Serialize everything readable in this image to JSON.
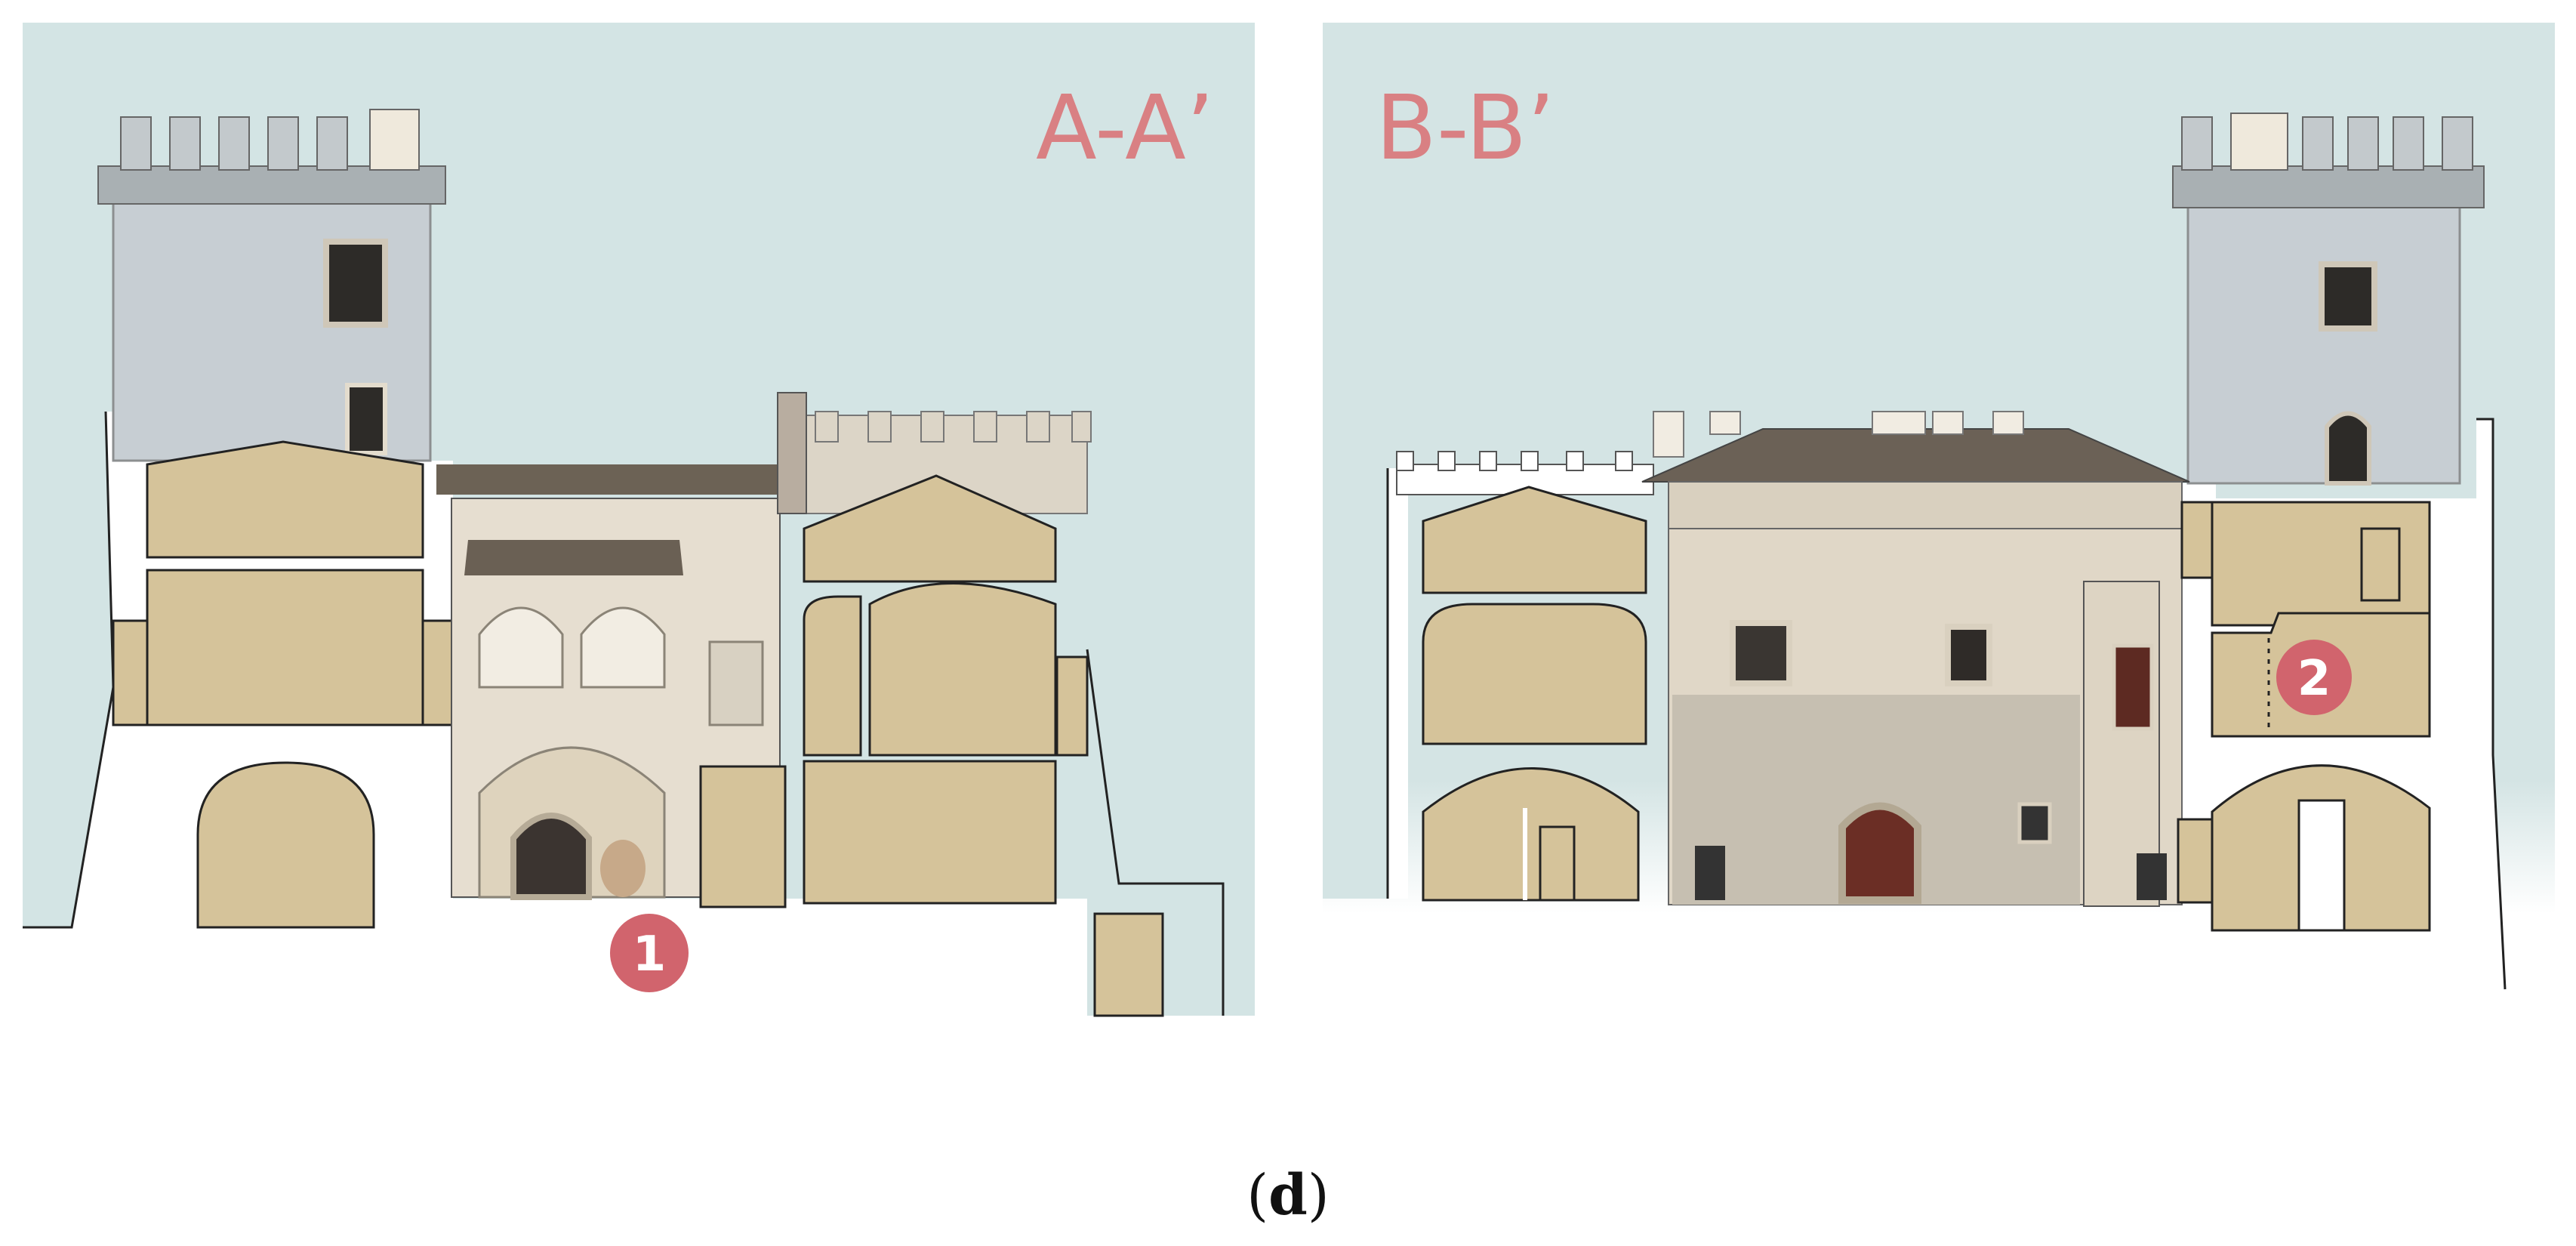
{
  "panels": [
    {
      "label": "A-A’",
      "marker": "1"
    },
    {
      "label": "B-B’",
      "marker": "2"
    }
  ],
  "caption": {
    "letter": "d"
  },
  "colors": {
    "sky": "#d3e4e4",
    "room_fill": "#d5c39a",
    "room_stroke": "#222222",
    "wall_white": "#ffffff",
    "tower_stone": "#c9cfd2",
    "roof_tile": "#6b6156",
    "plaster": "#e4dccb",
    "marker": "#d1646d",
    "label": "#d98083"
  }
}
